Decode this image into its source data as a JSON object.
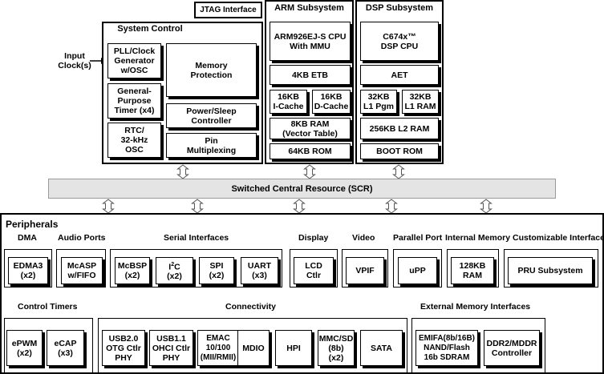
{
  "jtag": "JTAG Interface",
  "input_clock": "Input\nClock(s)",
  "system_control": {
    "title": "System Control",
    "pll": "PLL/Clock\nGenerator\nw/OSC",
    "timer": "General-\nPurpose\nTimer (x4)",
    "rtc": "RTC/\n32-kHz\nOSC",
    "memprot": "Memory\nProtection",
    "power": "Power/Sleep\nController",
    "pinmux": "Pin\nMultiplexing"
  },
  "arm": {
    "title": "ARM Subsystem",
    "cpu": "ARM926EJ-S CPU\nWith MMU",
    "etb": "4KB ETB",
    "icache": "16KB\nI-Cache",
    "dcache": "16KB\nD-Cache",
    "ram": "8KB RAM\n(Vector Table)",
    "rom": "64KB ROM"
  },
  "dsp": {
    "title": "DSP Subsystem",
    "cpu": "C674x™\nDSP CPU",
    "aet": "AET",
    "l1pgm": "32KB\nL1 Pgm",
    "l1ram": "32KB\nL1 RAM",
    "l2": "256KB L2 RAM",
    "bootrom": "BOOT ROM"
  },
  "scr": "Switched Central Resource (SCR)",
  "peripherals": {
    "title": "Peripherals",
    "categories": {
      "dma": "DMA",
      "audio": "Audio Ports",
      "serial": "Serial Interfaces",
      "display": "Display",
      "video": "Video",
      "parallel": "Parallel Port",
      "internal_memory": "Internal Memory",
      "customizable": "Customizable Interface",
      "control_timers": "Control Timers",
      "connectivity": "Connectivity",
      "external_memory": "External Memory Interfaces"
    },
    "blocks": {
      "edma3": "EDMA3\n(x2)",
      "mcasp": "McASP\nw/FIFO",
      "mcbsp": "McBSP\n(x2)",
      "i2c_main": "I",
      "i2c_sup": "2",
      "i2c_tail": "C\n(x2)",
      "spi": "SPI\n(x2)",
      "uart": "UART\n(x3)",
      "lcd": "LCD\nCtlr",
      "vpif": "VPIF",
      "upp": "uPP",
      "ram128": "128KB\nRAM",
      "pru": "PRU Subsystem",
      "epwm": "ePWM\n(x2)",
      "ecap": "eCAP\n(x3)",
      "usb20": "USB2.0\nOTG Ctlr\nPHY",
      "usb11": "USB1.1\nOHCI Ctlr\nPHY",
      "emac": "EMAC\n10/100\n(MII/RMII)",
      "mdio": "MDIO",
      "hpi": "HPI",
      "mmcsd": "MMC/SD\n(8b)\n(x2)",
      "sata": "SATA",
      "emifa": "EMIFA(8b/16B)\nNAND/Flash\n16b SDRAM",
      "ddr2": "DDR2/MDDR\nController"
    }
  }
}
